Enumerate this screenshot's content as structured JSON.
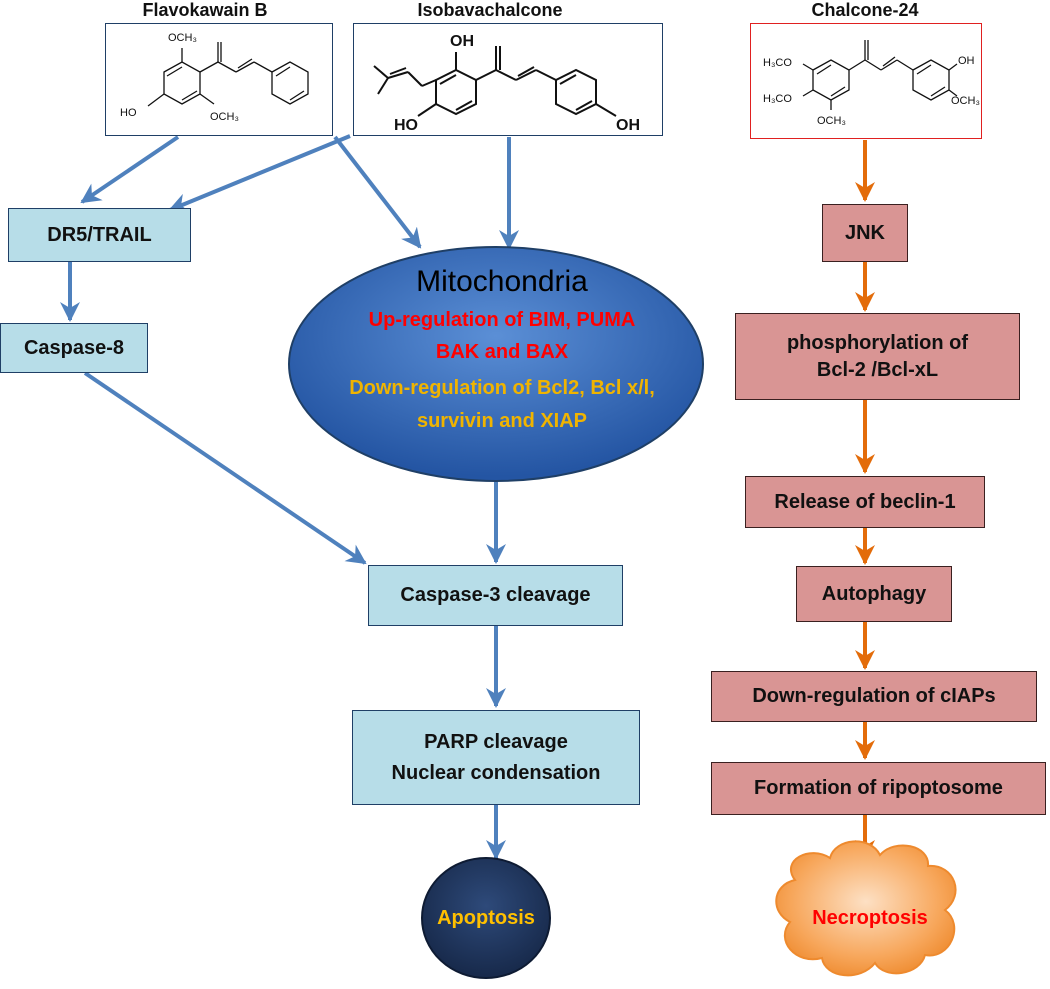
{
  "compounds": {
    "flavokawain": {
      "name": "Flavokawain B",
      "sub": {
        "ome_top": "OCH₃",
        "ome_bottom": "OCH₃",
        "ho": "HO"
      }
    },
    "isobavachalcone": {
      "name": "Isobavachalcone",
      "sub": {
        "oh_top": "OH",
        "ho": "HO",
        "oh_right": "OH"
      }
    },
    "chalcone24": {
      "name": "Chalcone-24",
      "sub": {
        "h3co_1": "H₃CO",
        "h3co_2": "H₃CO",
        "och3_bottom": "OCH₃",
        "oh": "OH",
        "och3_right": "OCH₃"
      }
    }
  },
  "left_pathway": {
    "dr5": "DR5/TRAIL",
    "caspase8": "Caspase-8",
    "mitochondria": {
      "title": "Mitochondria",
      "up_line1": "Up-regulation of BIM, PUMA",
      "up_line2": "BAK and BAX",
      "down_line1": "Down-regulation of Bcl2, Bcl x/l,",
      "down_line2": "survivin and XIAP"
    },
    "caspase3": "Caspase-3 cleavage",
    "parp_line1": "PARP cleavage",
    "parp_line2": "Nuclear condensation",
    "apoptosis": "Apoptosis"
  },
  "right_pathway": {
    "jnk": "JNK",
    "phos_line1": "phosphorylation of",
    "phos_line2": "Bcl-2 /Bcl-xL",
    "beclin": "Release of beclin-1",
    "autophagy": "Autophagy",
    "ciaps": "Down-regulation of cIAPs",
    "ripoptosome": "Formation of ripoptosome",
    "necroptosis": "Necroptosis"
  },
  "colors": {
    "blue_arrow": "#4f81bd",
    "orange_arrow": "#e36c0a",
    "blue_box": "#b7dde8",
    "pink_box": "#d99594",
    "up_text": "#ff0000",
    "down_text": "#f0b400",
    "apoptosis_text": "#ffc000",
    "necroptosis_text": "#ff0000"
  }
}
